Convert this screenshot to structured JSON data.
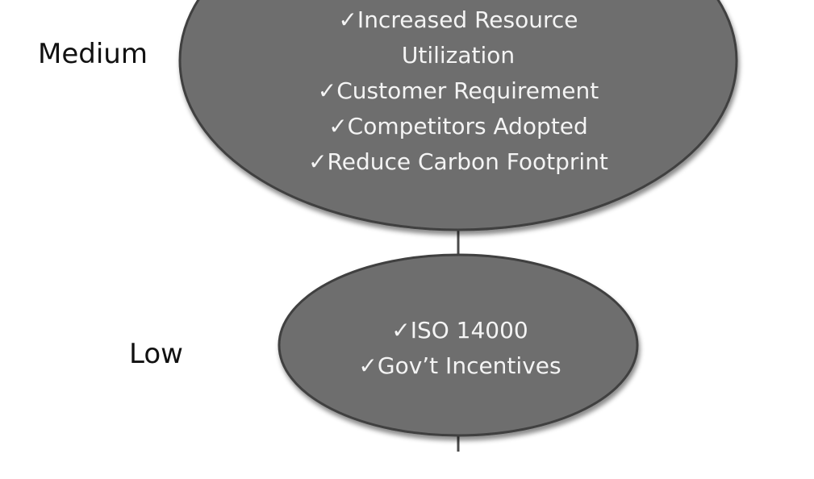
{
  "levels": {
    "medium": {
      "label": "Medium",
      "items": [
        "✓Increased Resource",
        "Utilization",
        "✓Customer Requirement",
        "✓Competitors Adopted",
        "✓Reduce Carbon Footprint"
      ]
    },
    "low": {
      "label": "Low",
      "items": [
        "✓ISO 14000",
        "✓Gov’t Incentives"
      ]
    }
  },
  "colors": {
    "ellipse_fill": "#6e6e6e",
    "ellipse_stroke": "#3f3f3f",
    "text_on_ellipse": "#f4f4f4",
    "connector": "#4a4a4a"
  }
}
